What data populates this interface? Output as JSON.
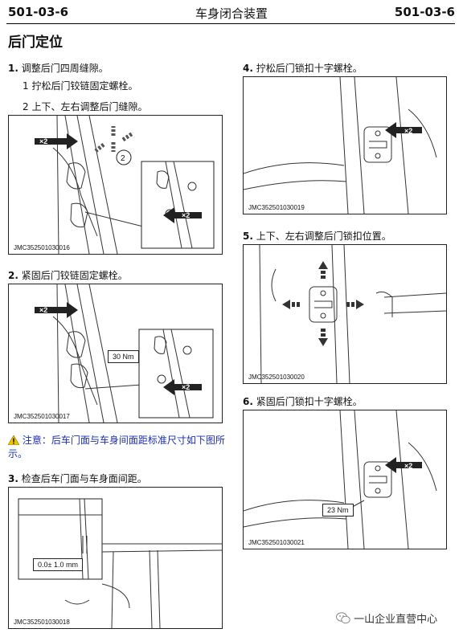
{
  "header": {
    "code_left": "501-03-6",
    "title": "车身闭合装置",
    "code_right": "501-03-6"
  },
  "page_title": "后门定位",
  "steps": [
    {
      "num": "1.",
      "text": "调整后门四周缝隙。",
      "subs": [
        "1 拧松后门铰链固定螺栓。",
        "2 上下、左右调整后门缝隙。"
      ],
      "figure_code": "JMC352501030016",
      "tags": [
        "×2",
        "×2",
        "2"
      ]
    },
    {
      "num": "2.",
      "text": "紧固后门铰链固定螺栓。",
      "figure_code": "JMC352501030017",
      "tags": [
        "×2",
        "×2"
      ],
      "torque": "30 Nm"
    },
    {
      "num": "3.",
      "text": "检查后车门面与车身面间距。",
      "figure_code": "JMC352501030018",
      "measure": "0.0± 1.0 mm"
    },
    {
      "num": "4.",
      "text": "拧松后门锁扣十字螺栓。",
      "figure_code": "JMC352501030019",
      "tags": [
        "×2"
      ]
    },
    {
      "num": "5.",
      "text": "上下、左右调整后门锁扣位置。",
      "figure_code": "JMC352501030020"
    },
    {
      "num": "6.",
      "text": "紧固后门锁扣十字螺栓。",
      "figure_code": "JMC352501030021",
      "tags": [
        "×2"
      ],
      "torque": "23 Nm"
    }
  ],
  "note": {
    "label": "注意：",
    "text": "后车门面与车身间面距标准尺寸如下图所示。"
  },
  "footer": {
    "text": "一山企业直营中心"
  },
  "icons": {
    "warning": "warning-triangle-icon",
    "wechat": "wechat-icon"
  },
  "colors": {
    "note_text": "#1a2fb0",
    "warning_fill": "#f2c300"
  }
}
